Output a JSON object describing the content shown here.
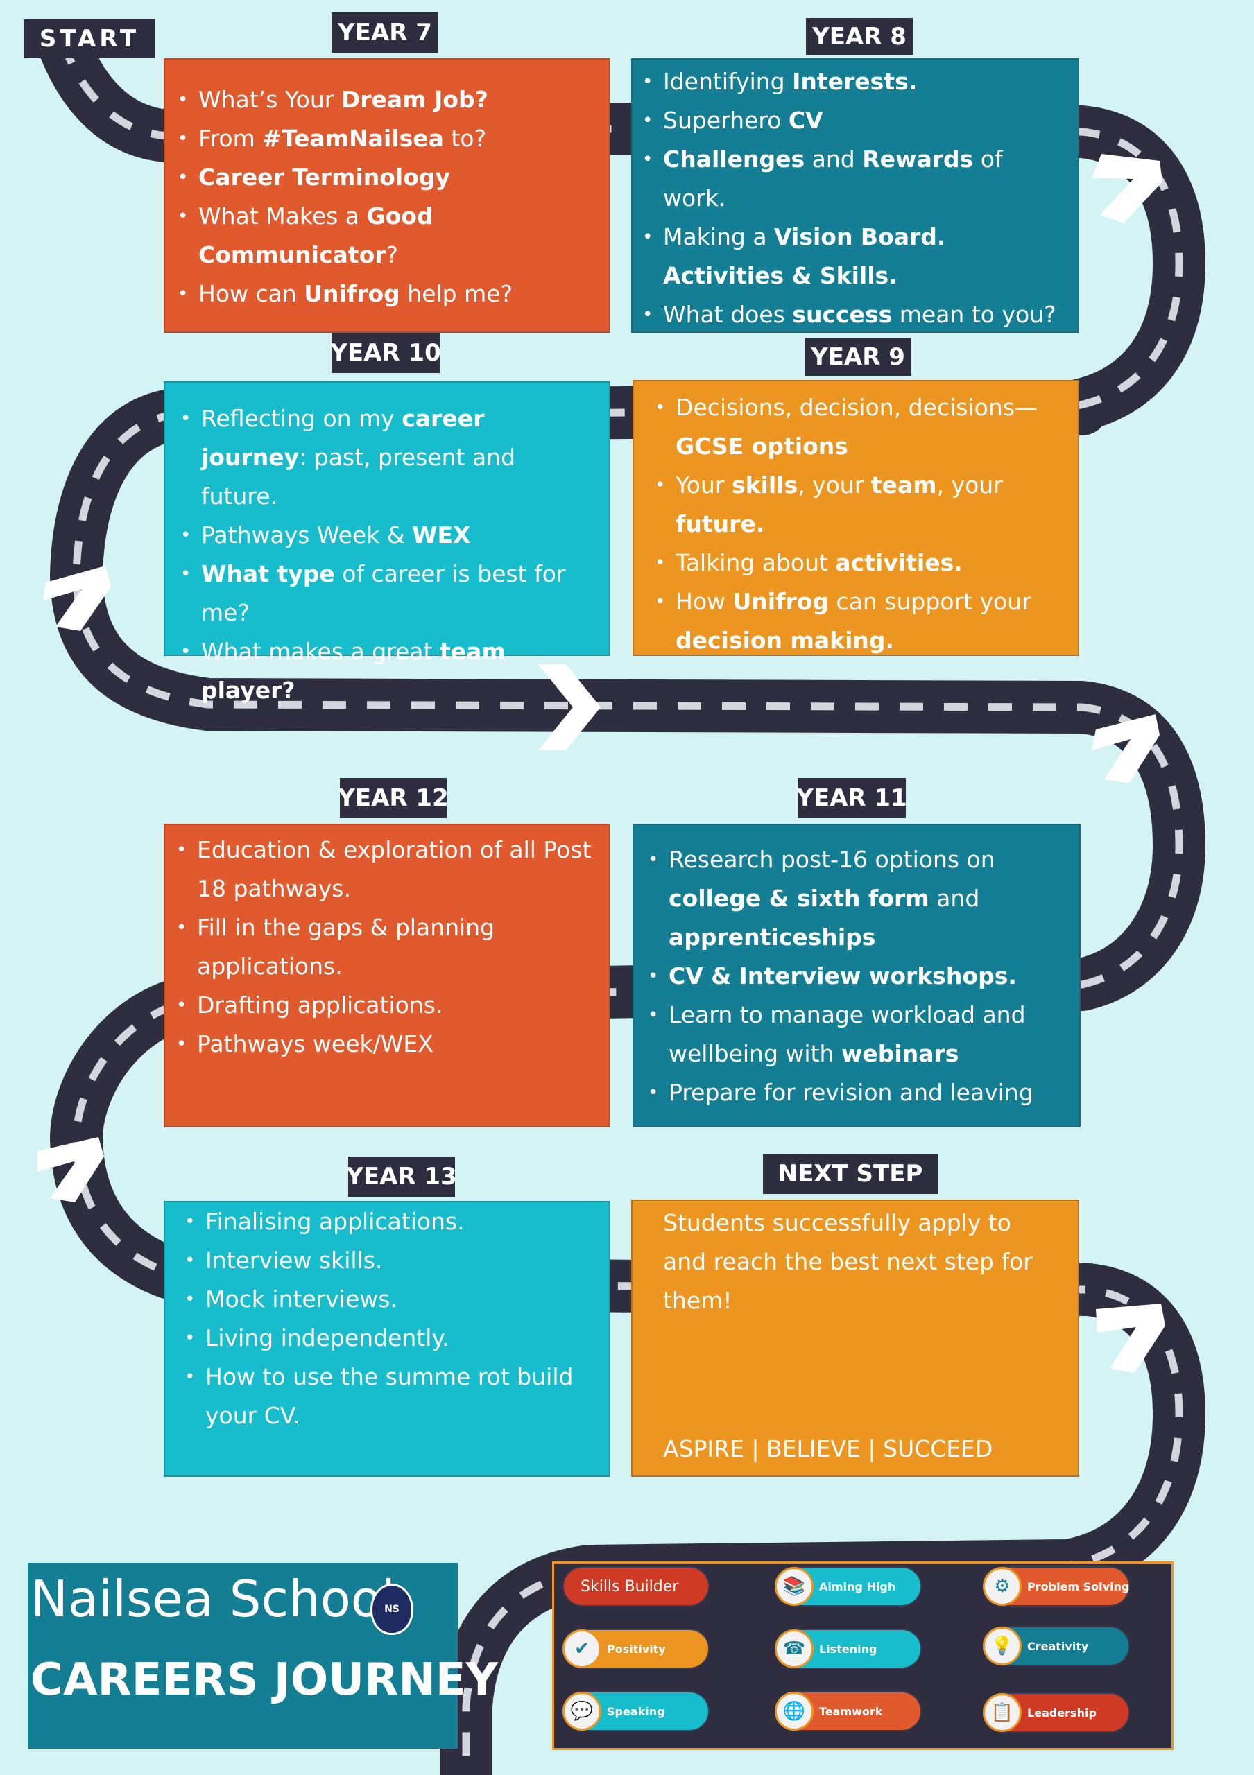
{
  "start_label": "START",
  "stages": [
    {
      "id": "year7",
      "label": "YEAR 7",
      "items": [
        [
          {
            "t": "What’s Your "
          },
          {
            "t": "Dream Job?",
            "b": true
          }
        ],
        [
          {
            "t": "From "
          },
          {
            "t": "#TeamNailsea",
            "b": true
          },
          {
            "t": " to?"
          }
        ],
        [
          {
            "t": "Career Terminology",
            "b": true
          }
        ],
        [
          {
            "t": "What Makes a "
          },
          {
            "t": "Good Communicator",
            "b": true
          },
          {
            "t": "?"
          }
        ],
        [
          {
            "t": "How can "
          },
          {
            "t": "Unifrog",
            "b": true
          },
          {
            "t": " help me?"
          }
        ]
      ]
    },
    {
      "id": "year8",
      "label": "YEAR 8",
      "items": [
        [
          {
            "t": "Identifying "
          },
          {
            "t": "Interests.",
            "b": true
          }
        ],
        [
          {
            "t": "Superhero "
          },
          {
            "t": "CV",
            "b": true
          }
        ],
        [
          {
            "t": "Challenges",
            "b": true
          },
          {
            "t": " and "
          },
          {
            "t": "Rewards",
            "b": true
          },
          {
            "t": " of work."
          }
        ],
        [
          {
            "t": "Making a "
          },
          {
            "t": "Vision Board.  Activities & Skills.",
            "b": true
          }
        ],
        [
          {
            "t": "What does "
          },
          {
            "t": "success",
            "b": true
          },
          {
            "t": " mean to you?"
          }
        ]
      ]
    },
    {
      "id": "year9",
      "label": "YEAR 9",
      "items": [
        [
          {
            "t": "Decisions, decision, decisions—"
          },
          {
            "t": "GCSE options",
            "b": true
          }
        ],
        [
          {
            "t": "Your "
          },
          {
            "t": "skills",
            "b": true
          },
          {
            "t": ", your "
          },
          {
            "t": "team",
            "b": true
          },
          {
            "t": ", your "
          },
          {
            "t": "future.",
            "b": true
          }
        ],
        [
          {
            "t": "Talking about "
          },
          {
            "t": "activities.",
            "b": true
          }
        ],
        [
          {
            "t": "How "
          },
          {
            "t": "Unifrog",
            "b": true
          },
          {
            "t": " can support your "
          },
          {
            "t": "decision making.",
            "b": true
          }
        ]
      ]
    },
    {
      "id": "year10",
      "label": "YEAR 10",
      "items": [
        [
          {
            "t": "Reflecting on my "
          },
          {
            "t": "career journey",
            "b": true
          },
          {
            "t": ": past, present and future."
          }
        ],
        [
          {
            "t": "Pathways Week & "
          },
          {
            "t": "WEX",
            "b": true
          }
        ],
        [
          {
            "t": "What type",
            "b": true
          },
          {
            "t": " of career is best for me?"
          }
        ],
        [
          {
            "t": "What makes a great "
          },
          {
            "t": "team player?",
            "b": true
          }
        ]
      ]
    },
    {
      "id": "year11",
      "label": "YEAR 11",
      "items": [
        [
          {
            "t": "Research post-16 options on "
          },
          {
            "t": "college & sixth form",
            "b": true
          },
          {
            "t": " and "
          },
          {
            "t": "apprenticeships",
            "b": true
          }
        ],
        [
          {
            "t": "CV & Interview workshops.",
            "b": true
          }
        ],
        [
          {
            "t": "Learn to manage workload and wellbeing with "
          },
          {
            "t": "webinars",
            "b": true
          }
        ],
        [
          {
            "t": "Prepare for revision and leaving"
          }
        ]
      ]
    },
    {
      "id": "year12",
      "label": "YEAR 12",
      "items": [
        [
          {
            "t": "Education & exploration of all Post 18 pathways."
          }
        ],
        [
          {
            "t": "Fill in the gaps & planning applications."
          }
        ],
        [
          {
            "t": "Drafting applications."
          }
        ],
        [
          {
            "t": "Pathways week/WEX"
          }
        ]
      ]
    },
    {
      "id": "year13",
      "label": "YEAR 13",
      "items": [
        [
          {
            "t": "Finalising applications."
          }
        ],
        [
          {
            "t": "Interview skills."
          }
        ],
        [
          {
            "t": "Mock interviews."
          }
        ],
        [
          {
            "t": "Living independently."
          }
        ],
        [
          {
            "t": "How to use the summe rot build your CV."
          }
        ]
      ]
    }
  ],
  "next_step": {
    "label": "NEXT STEP",
    "text": "Students successfully apply to and reach the best next step for them!",
    "slogan": "ASPIRE | BELIEVE | SUCCEED"
  },
  "school": {
    "name": "Nailsea School",
    "crest_text": "NS",
    "title": "CAREERS JOURNEY"
  },
  "skills": [
    {
      "label": "Skills  Builder",
      "icon": "",
      "color": "#cf3a24"
    },
    {
      "label": "Aiming High",
      "icon": "books-icon",
      "color": "#17bdcc"
    },
    {
      "label": "Problem Solving",
      "icon": "head-gear-icon",
      "color": "#e05a2e"
    },
    {
      "label": "Positivity",
      "icon": "magnifier-check-icon",
      "color": "#ed9521"
    },
    {
      "label": "Listening",
      "icon": "phone-icon",
      "color": "#17bdcc"
    },
    {
      "label": "Creativity",
      "icon": "lightbulb-icon",
      "color": "#147f94"
    },
    {
      "label": "Speaking",
      "icon": "speech-bubble-icon",
      "color": "#17bdcc"
    },
    {
      "label": "Teamwork",
      "icon": "globe-icon",
      "color": "#e05a2e"
    },
    {
      "label": "Leadership",
      "icon": "clipboard-icon",
      "color": "#cf3a24"
    }
  ],
  "colors": {
    "road": "#2e2e40",
    "orange": "#e05a2e",
    "teal": "#147f94",
    "cyan": "#17bdcc",
    "amber": "#ed9521",
    "background": "#d4f3f4"
  }
}
